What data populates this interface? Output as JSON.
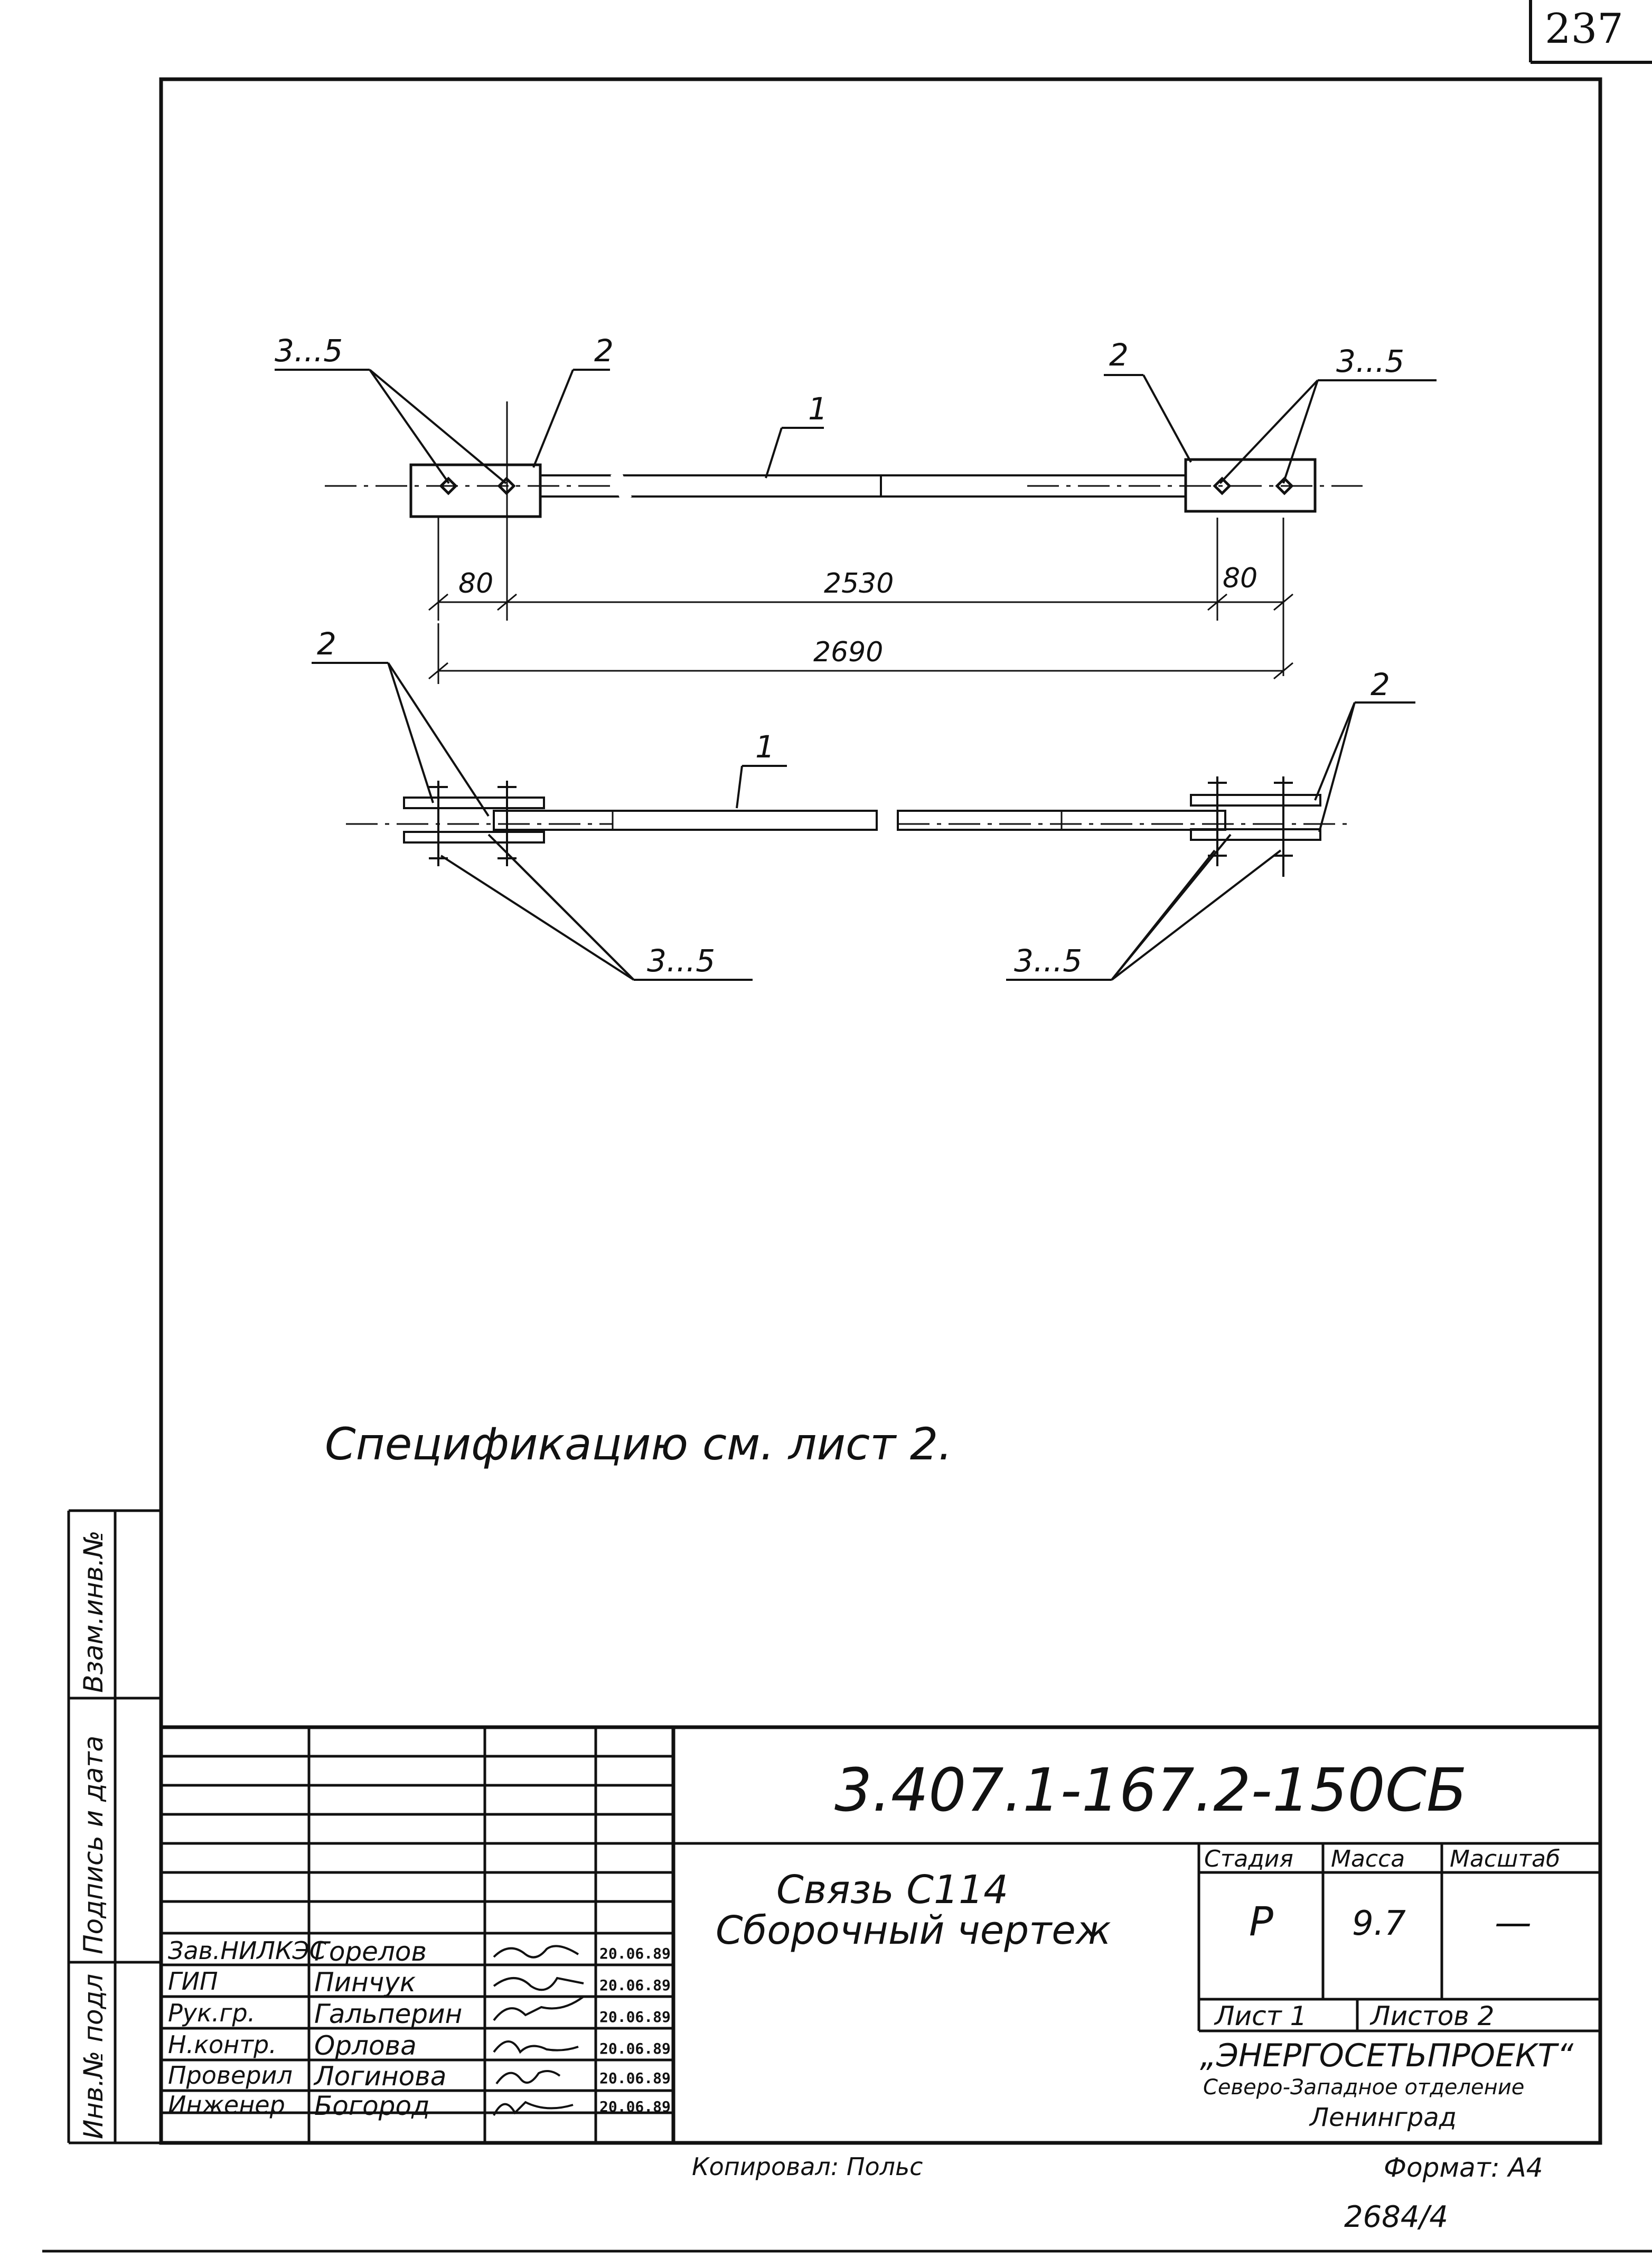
{
  "page_number": "237",
  "drawing": {
    "callouts": {
      "top_left_fasteners": "3...5",
      "top_left_plate": "2",
      "top_rod": "1",
      "top_right_plate": "2",
      "top_right_fasteners": "3...5",
      "bottom_left_plate": "2",
      "bottom_rod": "1",
      "bottom_right_plate": "2",
      "bottom_left_fasteners": "3...5",
      "bottom_right_fasteners": "3...5"
    },
    "dimensions": {
      "left_offset": "80",
      "right_offset": "80",
      "inner": "2530",
      "overall": "2690"
    }
  },
  "note": "Спецификацию см. лист 2.",
  "side_stamp": {
    "vzam_inv": "Взам.инв.№",
    "podpis_data": "Подпись и дата",
    "inv_podl": "Инв.№ подл"
  },
  "title_block": {
    "designation": "3.407.1-167.2-150СБ",
    "title_line1": "Связь С114",
    "title_line2": "Сборочный чертеж",
    "stage_header": "Стадия",
    "mass_header": "Масса",
    "scale_header": "Масштаб",
    "stage": "Р",
    "mass": "9.7",
    "scale": "—",
    "sheet": "Лист 1",
    "sheets": "Листов 2",
    "org_name": "„ЭНЕРГОСЕТЬПРОЕКТ“",
    "org_branch": "Северо-Западное отделение",
    "org_city": "Ленинград",
    "signatures": [
      {
        "role": "Зав.НИЛКЭС",
        "name": "Горелов",
        "date": "20.06.89"
      },
      {
        "role": "ГИП",
        "name": "Пинчук",
        "date": "20.06.89"
      },
      {
        "role": "Рук.гр.",
        "name": "Гальперин",
        "date": "20.06.89"
      },
      {
        "role": "Н.контр.",
        "name": "Орлова",
        "date": "20.06.89"
      },
      {
        "role": "Проверил",
        "name": "Логинова",
        "date": "20.06.89"
      },
      {
        "role": "Инженер",
        "name": "Богород",
        "date": "20.06.89"
      }
    ]
  },
  "footer": {
    "copied": "Копировал: Польс",
    "format": "Формат: А4",
    "archive": "2684/4"
  }
}
